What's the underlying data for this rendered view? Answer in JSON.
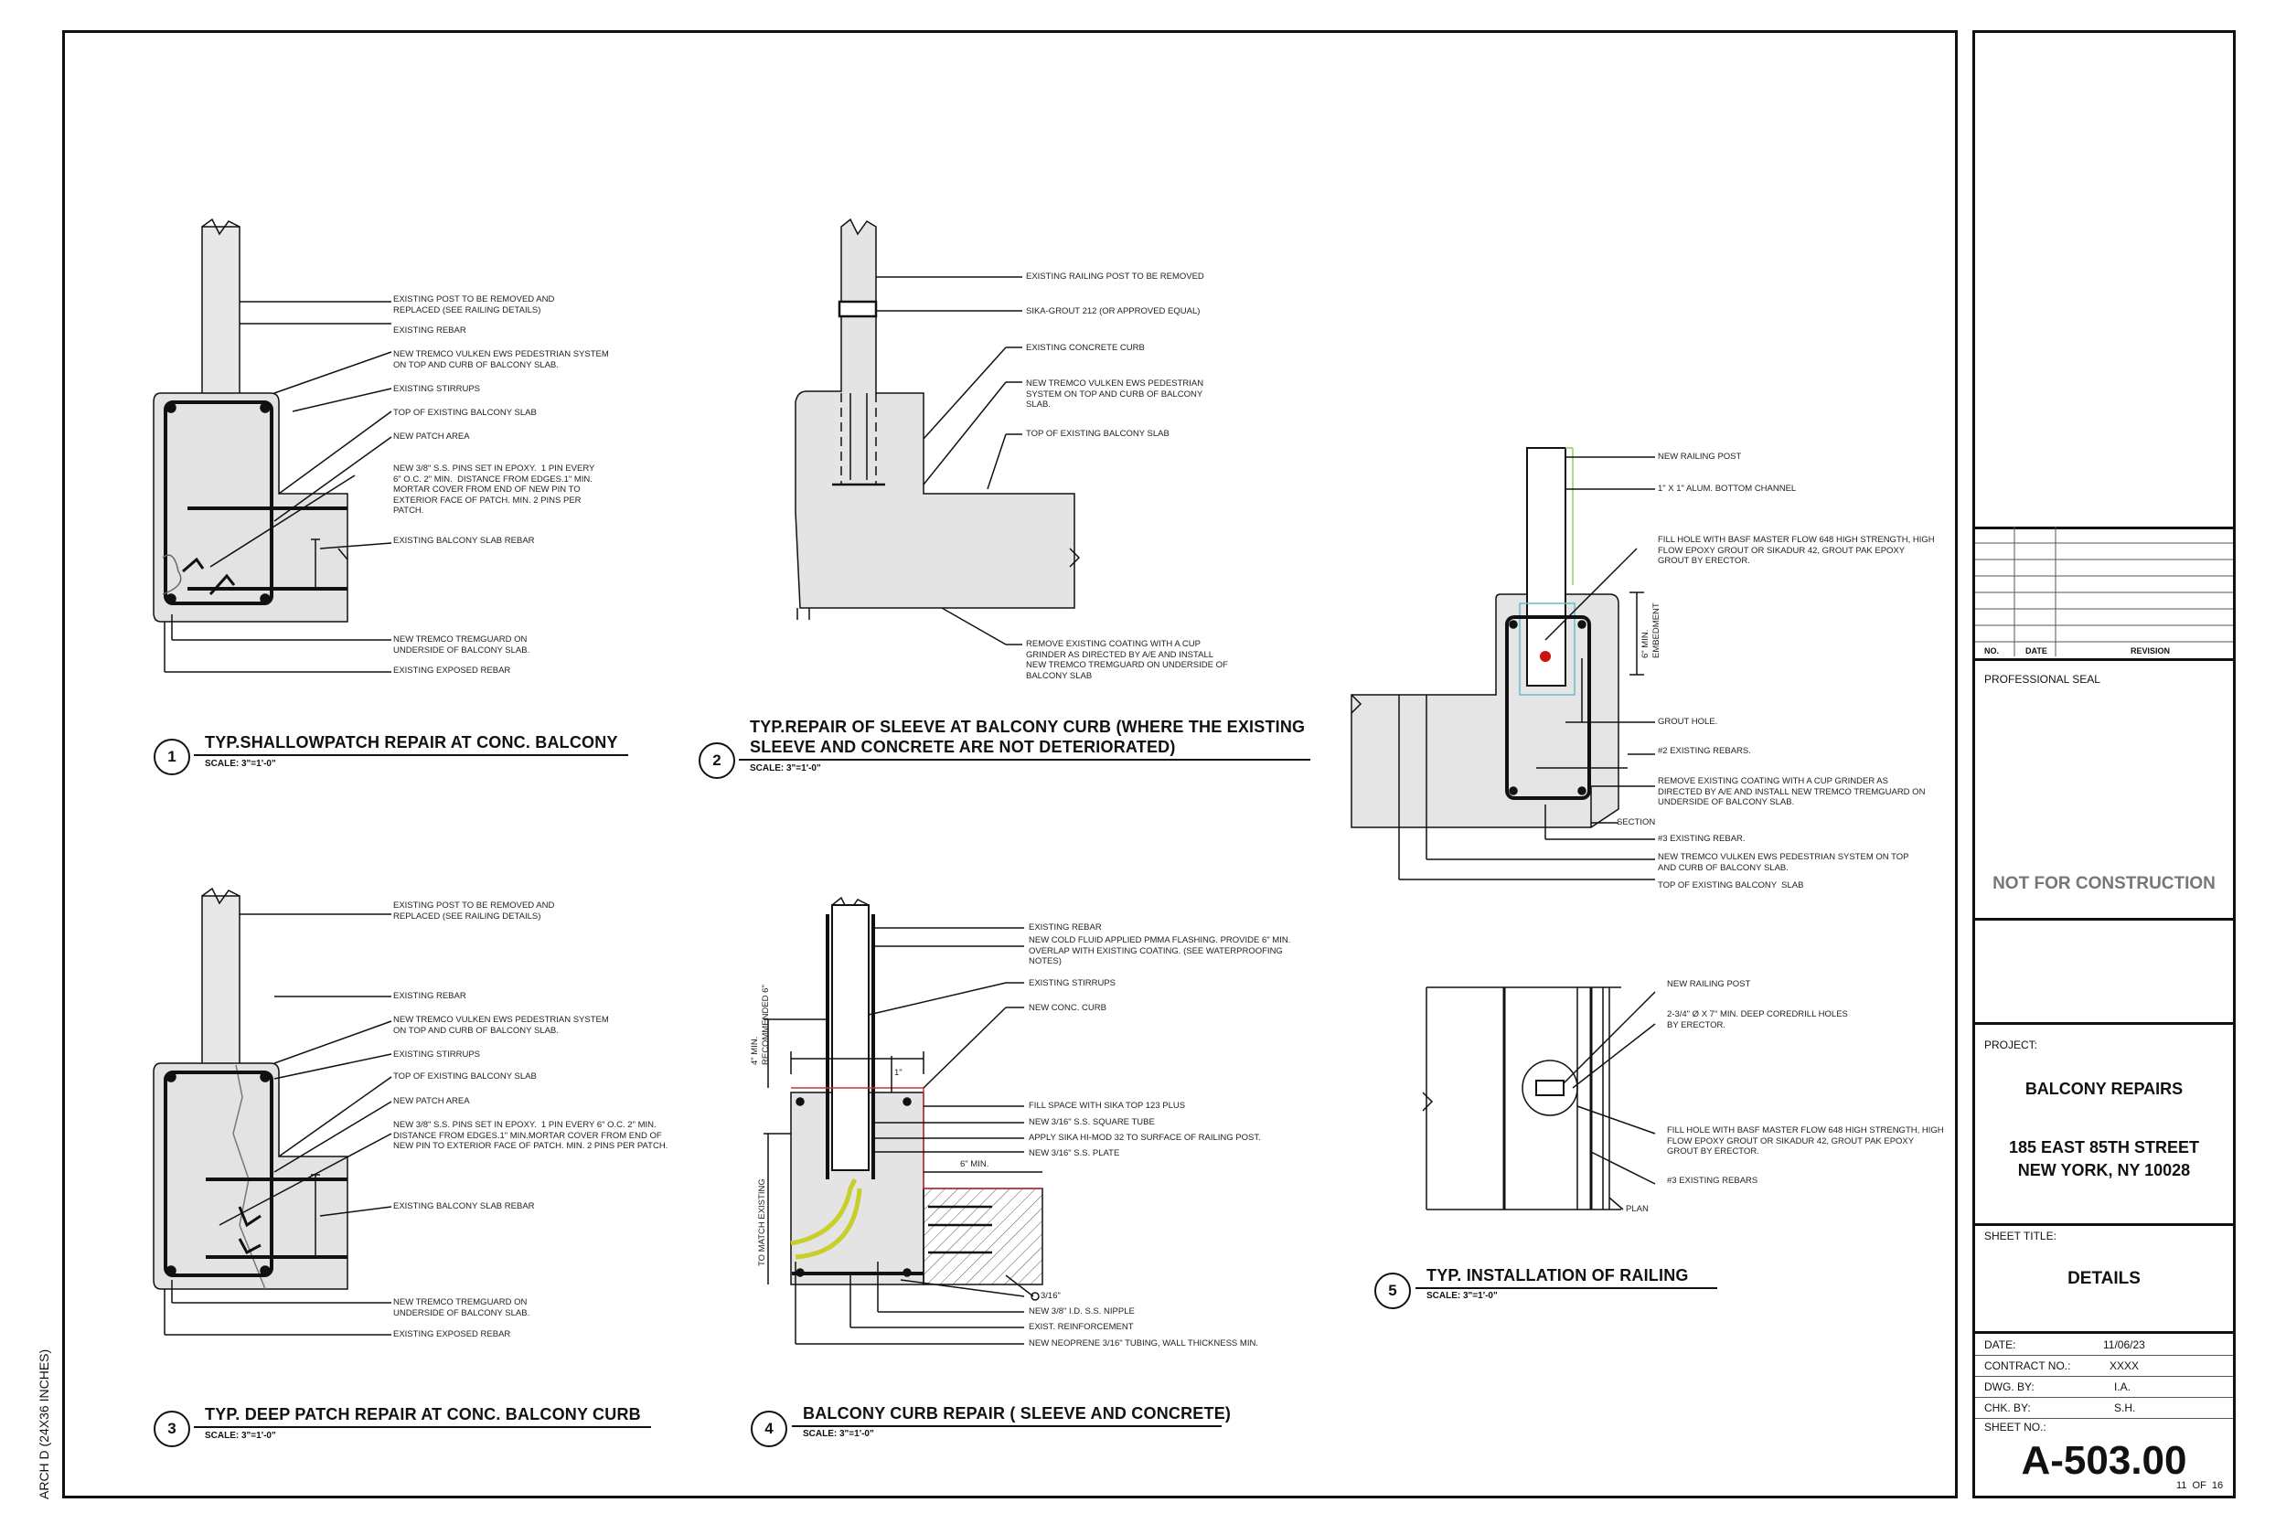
{
  "sheet": {
    "side_label": "ARCH D (24X36 INCHES)"
  },
  "details": [
    {
      "number": "1",
      "title": "TYP.SHALLOWPATCH REPAIR AT CONC. BALCONY",
      "scale": "SCALE: 3\"=1'-0\""
    },
    {
      "number": "2",
      "title_line1": "TYP.REPAIR OF SLEEVE AT BALCONY CURB (WHERE THE EXISTING",
      "title_line2": "SLEEVE AND CONCRETE ARE NOT DETERIORATED)",
      "scale": "SCALE: 3\"=1'-0\""
    },
    {
      "number": "3",
      "title": "TYP. DEEP PATCH REPAIR AT CONC. BALCONY CURB",
      "scale": "SCALE: 3\"=1'-0\""
    },
    {
      "number": "4",
      "title": "BALCONY CURB REPAIR ( SLEEVE AND CONCRETE)",
      "scale": "SCALE: 3\"=1'-0\""
    },
    {
      "number": "5",
      "title": "TYP. INSTALLATION OF RAILING",
      "scale": "SCALE: 3\"=1'-0\""
    }
  ],
  "notes": {
    "d1": [
      "EXISTING POST TO BE REMOVED AND\nREPLACED (SEE RAILING DETAILS)",
      "EXISTING REBAR",
      "NEW TREMCO VULKEN EWS PEDESTRIAN SYSTEM\nON TOP AND CURB OF BALCONY SLAB.",
      "EXISTING STIRRUPS",
      "TOP OF EXISTING BALCONY SLAB",
      "NEW PATCH AREA",
      "NEW 3/8\" S.S. PINS SET IN EPOXY.  1 PIN EVERY\n6\" O.C. 2\" MIN.  DISTANCE FROM EDGES.1\" MIN.\nMORTAR COVER FROM END OF NEW PIN TO\nEXTERIOR FACE OF PATCH. MIN. 2 PINS PER\nPATCH.",
      "EXISTING BALCONY SLAB REBAR",
      "NEW TREMCO TREMGUARD ON\nUNDERSIDE OF BALCONY SLAB.",
      "EXISTING EXPOSED REBAR"
    ],
    "d2": [
      "EXISTING RAILING POST TO BE REMOVED",
      "SIKA-GROUT 212 (OR APPROVED EQUAL)",
      "EXISTING CONCRETE CURB",
      "NEW TREMCO VULKEN EWS PEDESTRIAN\nSYSTEM ON TOP AND CURB OF BALCONY\nSLAB.",
      "TOP OF EXISTING BALCONY SLAB",
      "REMOVE EXISTING COATING WITH A CUP\nGRINDER AS DIRECTED BY A/E AND INSTALL\nNEW TREMCO TREMGUARD ON UNDERSIDE OF\nBALCONY SLAB"
    ],
    "d3": [
      "EXISTING POST TO BE REMOVED AND\nREPLACED (SEE RAILING DETAILS)",
      "EXISTING REBAR",
      "NEW TREMCO VULKEN EWS PEDESTRIAN SYSTEM\nON TOP AND CURB OF BALCONY SLAB.",
      "EXISTING STIRRUPS",
      "TOP OF EXISTING BALCONY SLAB",
      "NEW PATCH AREA",
      "NEW 3/8\" S.S. PINS SET IN EPOXY.  1 PIN EVERY 6\" O.C. 2\" MIN.\nDISTANCE FROM EDGES.1\" MIN.MORTAR COVER FROM END OF\nNEW PIN TO EXTERIOR FACE OF PATCH. MIN. 2 PINS PER PATCH.",
      "EXISTING BALCONY SLAB REBAR",
      "NEW TREMCO TREMGUARD ON\nUNDERSIDE OF BALCONY SLAB.",
      "EXISTING EXPOSED REBAR"
    ],
    "d4": [
      "EXISTING REBAR",
      "NEW COLD FLUID APPLIED PMMA FLASHING. PROVIDE 6\" MIN.\nOVERLAP WITH EXISTING COATING. (SEE WATERPROOFING\nNOTES)",
      "EXISTING STIRRUPS",
      "NEW CONC. CURB",
      "FILL SPACE WITH SIKA TOP 123 PLUS",
      "NEW 3/16\" S.S. SQUARE TUBE",
      "APPLY SIKA HI-MOD 32 TO SURFACE OF RAILING POST.",
      "NEW 3/16\" S.S. PLATE",
      "3/16\"",
      "NEW 3/8\" I.D. S.S. NIPPLE",
      "EXIST. REINFORCEMENT",
      "NEW NEOPRENE 3/16\" TUBING, WALL THICKNESS MIN."
    ],
    "d4_dims": [
      "4\" MIN.\nRECOMMENDED 6\"",
      "TO MATCH EXISTING",
      "6\" MIN.",
      "1\""
    ],
    "section": [
      "NEW RAILING POST",
      "1\" X 1\" ALUM. BOTTOM CHANNEL",
      "FILL HOLE WITH BASF MASTER FLOW 648 HIGH STRENGTH, HIGH\nFLOW EPOXY GROUT OR SIKADUR 42, GROUT PAK EPOXY\nGROUT BY ERECTOR.",
      "GROUT HOLE.",
      "#2 EXISTING REBARS.",
      "REMOVE EXISTING COATING WITH A CUP GRINDER AS\nDIRECTED BY A/E AND INSTALL NEW TREMCO TREMGUARD ON\nUNDERSIDE OF BALCONY SLAB.",
      "#3 EXISTING REBAR.",
      "NEW TREMCO VULKEN EWS PEDESTRIAN SYSTEM ON TOP\nAND CURB OF BALCONY SLAB.",
      "TOP OF EXISTING BALCONY  SLAB"
    ],
    "section_labels": {
      "embed": "6\" MIN.\nEMBEDMENT",
      "tag": "SECTION"
    },
    "plan": [
      "NEW RAILING POST",
      "2-3/4\" Ø X 7\" MIN. DEEP COREDRILL HOLES\nBY ERECTOR.",
      "FILL HOLE WITH BASF MASTER FLOW 648 HIGH STRENGTH, HIGH\nFLOW EPOXY GROUT OR SIKADUR 42, GROUT PAK EPOXY\nGROUT BY ERECTOR.",
      "#3 EXISTING REBARS"
    ],
    "plan_tag": "PLAN"
  },
  "title_block": {
    "revision_headers": {
      "no": "NO.",
      "date": "DATE",
      "revision": "REVISION"
    },
    "professional_seal": "PROFESSIONAL SEAL",
    "stamp": "NOT FOR CONSTRUCTION",
    "project_label": "PROJECT:",
    "project_name": "BALCONY REPAIRS",
    "address_line1": "185 EAST 85TH STREET",
    "address_line2": "NEW YORK, NY 10028",
    "sheet_title_label": "SHEET TITLE:",
    "sheet_title": "DETAILS",
    "date_label": "DATE:",
    "date": "11/06/23",
    "contract_label": "CONTRACT NO.:",
    "contract": "XXXX",
    "dwg_by_label": "DWG. BY:",
    "dwg_by": "I.A.",
    "chk_by_label": "CHK. BY:",
    "chk_by": "S.H.",
    "sheet_no_label": "SHEET NO.:",
    "sheet_no": "A-503.00",
    "sheet_count": "11  OF  16"
  },
  "colors": {
    "line": "#111111",
    "concrete": "#e6e6e6",
    "rebar_cut": "#111111",
    "grout_dot": "#cc1111",
    "tubing": "#c8cf2a",
    "flashing": "#cc3333",
    "stamp": "#777777"
  }
}
